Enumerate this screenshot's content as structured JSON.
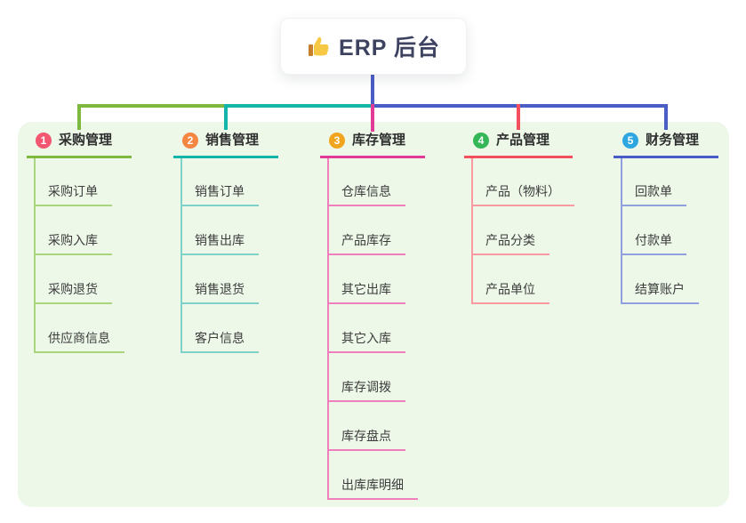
{
  "root": {
    "icon": "thumbs-up",
    "label": "ERP 后台"
  },
  "colors": {
    "indigo": "#4a5cc5",
    "green": "#7cb93e",
    "teal": "#13b5ab",
    "magenta": "#e23a97",
    "red": "#f34f5f",
    "panel_bg": "#edf8e9",
    "child_green": "#a8d57e",
    "child_teal": "#7fd2c9",
    "child_pink": "#f080bd",
    "child_red": "#f79aa1",
    "child_indigo": "#8fa0dc",
    "badge1": "#f25670",
    "badge2": "#f58742",
    "badge3": "#f1a51f",
    "badge4": "#35b757",
    "badge5": "#2ea7e0"
  },
  "branches": [
    {
      "num": "1",
      "label": "采购管理",
      "color": "#7cb93e",
      "items": [
        "采购订单",
        "采购入库",
        "采购退货",
        "供应商信息"
      ]
    },
    {
      "num": "2",
      "label": "销售管理",
      "color": "#13b5ab",
      "items": [
        "销售订单",
        "销售出库",
        "销售退货",
        "客户信息"
      ]
    },
    {
      "num": "3",
      "label": "库存管理",
      "color": "#e23a97",
      "items": [
        "仓库信息",
        "产品库存",
        "其它出库",
        "其它入库",
        "库存调拨",
        "库存盘点",
        "出库库明细"
      ]
    },
    {
      "num": "4",
      "label": "产品管理",
      "color": "#f34f5f",
      "items": [
        "产品（物料）",
        "产品分类",
        "产品单位"
      ]
    },
    {
      "num": "5",
      "label": "财务管理",
      "color": "#4a5cc5",
      "items": [
        "回款单",
        "付款单",
        "结算账户"
      ]
    }
  ]
}
